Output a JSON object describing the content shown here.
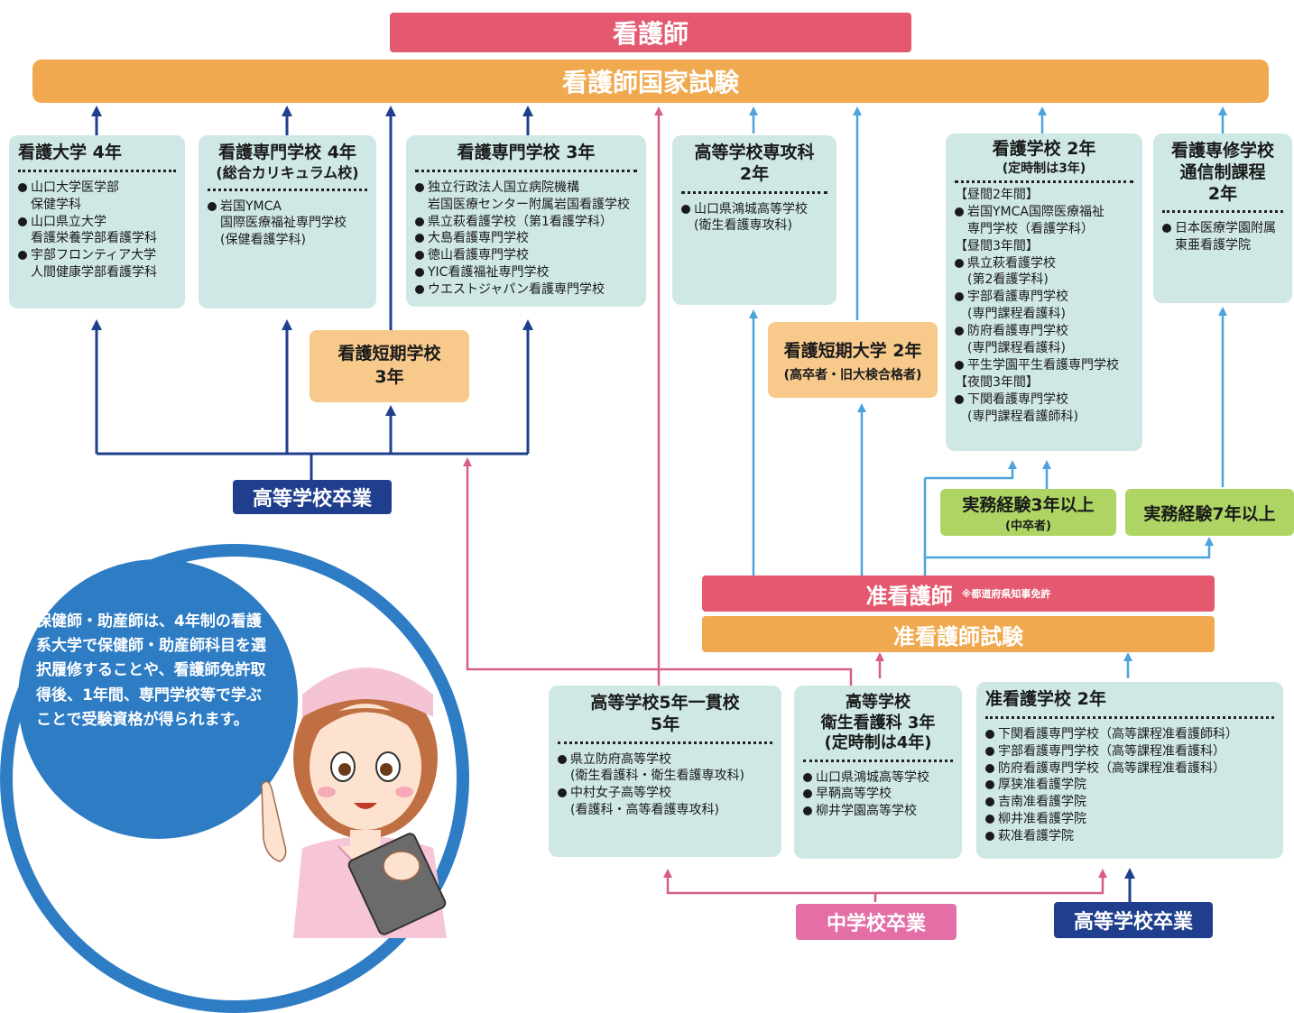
{
  "top": {
    "kangoshi": "看護師",
    "exam": "看護師国家試験"
  },
  "boxes": {
    "daigaku": {
      "title": "看護大学 4年",
      "items": [
        "山口大学医学部\n保健学科",
        "山口県立大学\n看護栄養学部看護学科",
        "宇部フロンティア大学\n人間健康学部看護学科"
      ]
    },
    "senmon4": {
      "title": "看護専門学校 4年",
      "subtitle": "(総合カリキュラム校)",
      "items": [
        "岩国YMCA\n国際医療福祉専門学校\n(保健看護学科)"
      ]
    },
    "senmon3": {
      "title": "看護専門学校 3年",
      "items": [
        "独立行政法人国立病院機構\n岩国医療センター附属岩国看護学校",
        "県立萩看護学校（第1看護学科）",
        "大島看護専門学校",
        "徳山看護専門学校",
        "YIC看護福祉専門学校",
        "ウエストジャパン看護専門学校"
      ]
    },
    "senkouka": {
      "title": "高等学校専攻科\n2年",
      "items": [
        "山口県鴻城高等学校\n(衛生看護専攻科)"
      ]
    },
    "kangogakko": {
      "title": "看護学校 2年",
      "subtitle": "(定時制は3年)",
      "lines": [
        {
          "t": "sec",
          "v": "【昼間2年間】"
        },
        {
          "t": "item",
          "v": "岩国YMCA国際医療福祉"
        },
        {
          "t": "note",
          "v": "専門学校（看護学科）"
        },
        {
          "t": "sec",
          "v": "【昼間3年間】"
        },
        {
          "t": "item",
          "v": "県立萩看護学校"
        },
        {
          "t": "note",
          "v": "(第2看護学科)"
        },
        {
          "t": "item",
          "v": "宇部看護専門学校"
        },
        {
          "t": "note",
          "v": "(専門課程看護科)"
        },
        {
          "t": "item",
          "v": "防府看護専門学校"
        },
        {
          "t": "note",
          "v": "(専門課程看護科)"
        },
        {
          "t": "item",
          "v": "平生学園平生看護専門学校"
        },
        {
          "t": "sec",
          "v": "【夜間3年間】"
        },
        {
          "t": "item",
          "v": "下関看護専門学校"
        },
        {
          "t": "note",
          "v": "(専門課程看護師科)"
        }
      ]
    },
    "tsushin": {
      "title": "看護専修学校\n通信制課程\n2年",
      "items": [
        "日本医療学園附属\n東亜看護学院"
      ]
    },
    "ikkan": {
      "title": "高等学校5年一貫校\n5年",
      "items": [
        "県立防府高等学校\n(衛生看護科・衛生看護専攻科)",
        "中村女子高等学校\n(看護科・高等看護専攻科)"
      ]
    },
    "eisei": {
      "title": "高等学校\n衛生看護科 3年\n(定時制は4年)",
      "items": [
        "山口県鴻城高等学校",
        "早鞆高等学校",
        "柳井学園高等学校"
      ]
    },
    "junkango": {
      "title": "准看護学校 2年",
      "items": [
        "下関看護専門学校（高等課程准看護師科）",
        "宇部看護専門学校（高等課程准看護科）",
        "防府看護専門学校（高等課程准看護科）",
        "厚狭准看護学院",
        "吉南准看護学院",
        "柳井准看護学院",
        "萩准看護学院"
      ]
    }
  },
  "tanki": {
    "line1": "看護短期学校",
    "line2": "3年"
  },
  "tandai": {
    "line1": "看護短期大学 2年",
    "line2": "(高卒者・旧大検合格者)"
  },
  "jitsumu3": {
    "line1": "実務経験3年以上",
    "line2": "(中卒者)"
  },
  "jitsumu7": {
    "line1": "実務経験7年以上"
  },
  "junkangoshi": {
    "label": "准看護師",
    "note": "※都道府県知事免許"
  },
  "junexam": "准看護師試験",
  "tags": {
    "koukou_left": "高等学校卒業",
    "chugaku": "中学校卒業",
    "koukou_right": "高等学校卒業"
  },
  "info": "保健師・助産師は、4年制の看護系大学で保健師・助産師科目を選択履修することや、看護師免許取得後、1年間、専門学校等で学ぶことで受験資格が得られます。",
  "colors": {
    "pink": "#e4596f",
    "pink_line": "#d65e86",
    "orange": "#f0a94e",
    "navy": "#1f3f8e",
    "lightblue": "#4da3dc",
    "box_bg": "#cfe8e6",
    "green": "#aed563",
    "circle": "#2d7cc4"
  }
}
